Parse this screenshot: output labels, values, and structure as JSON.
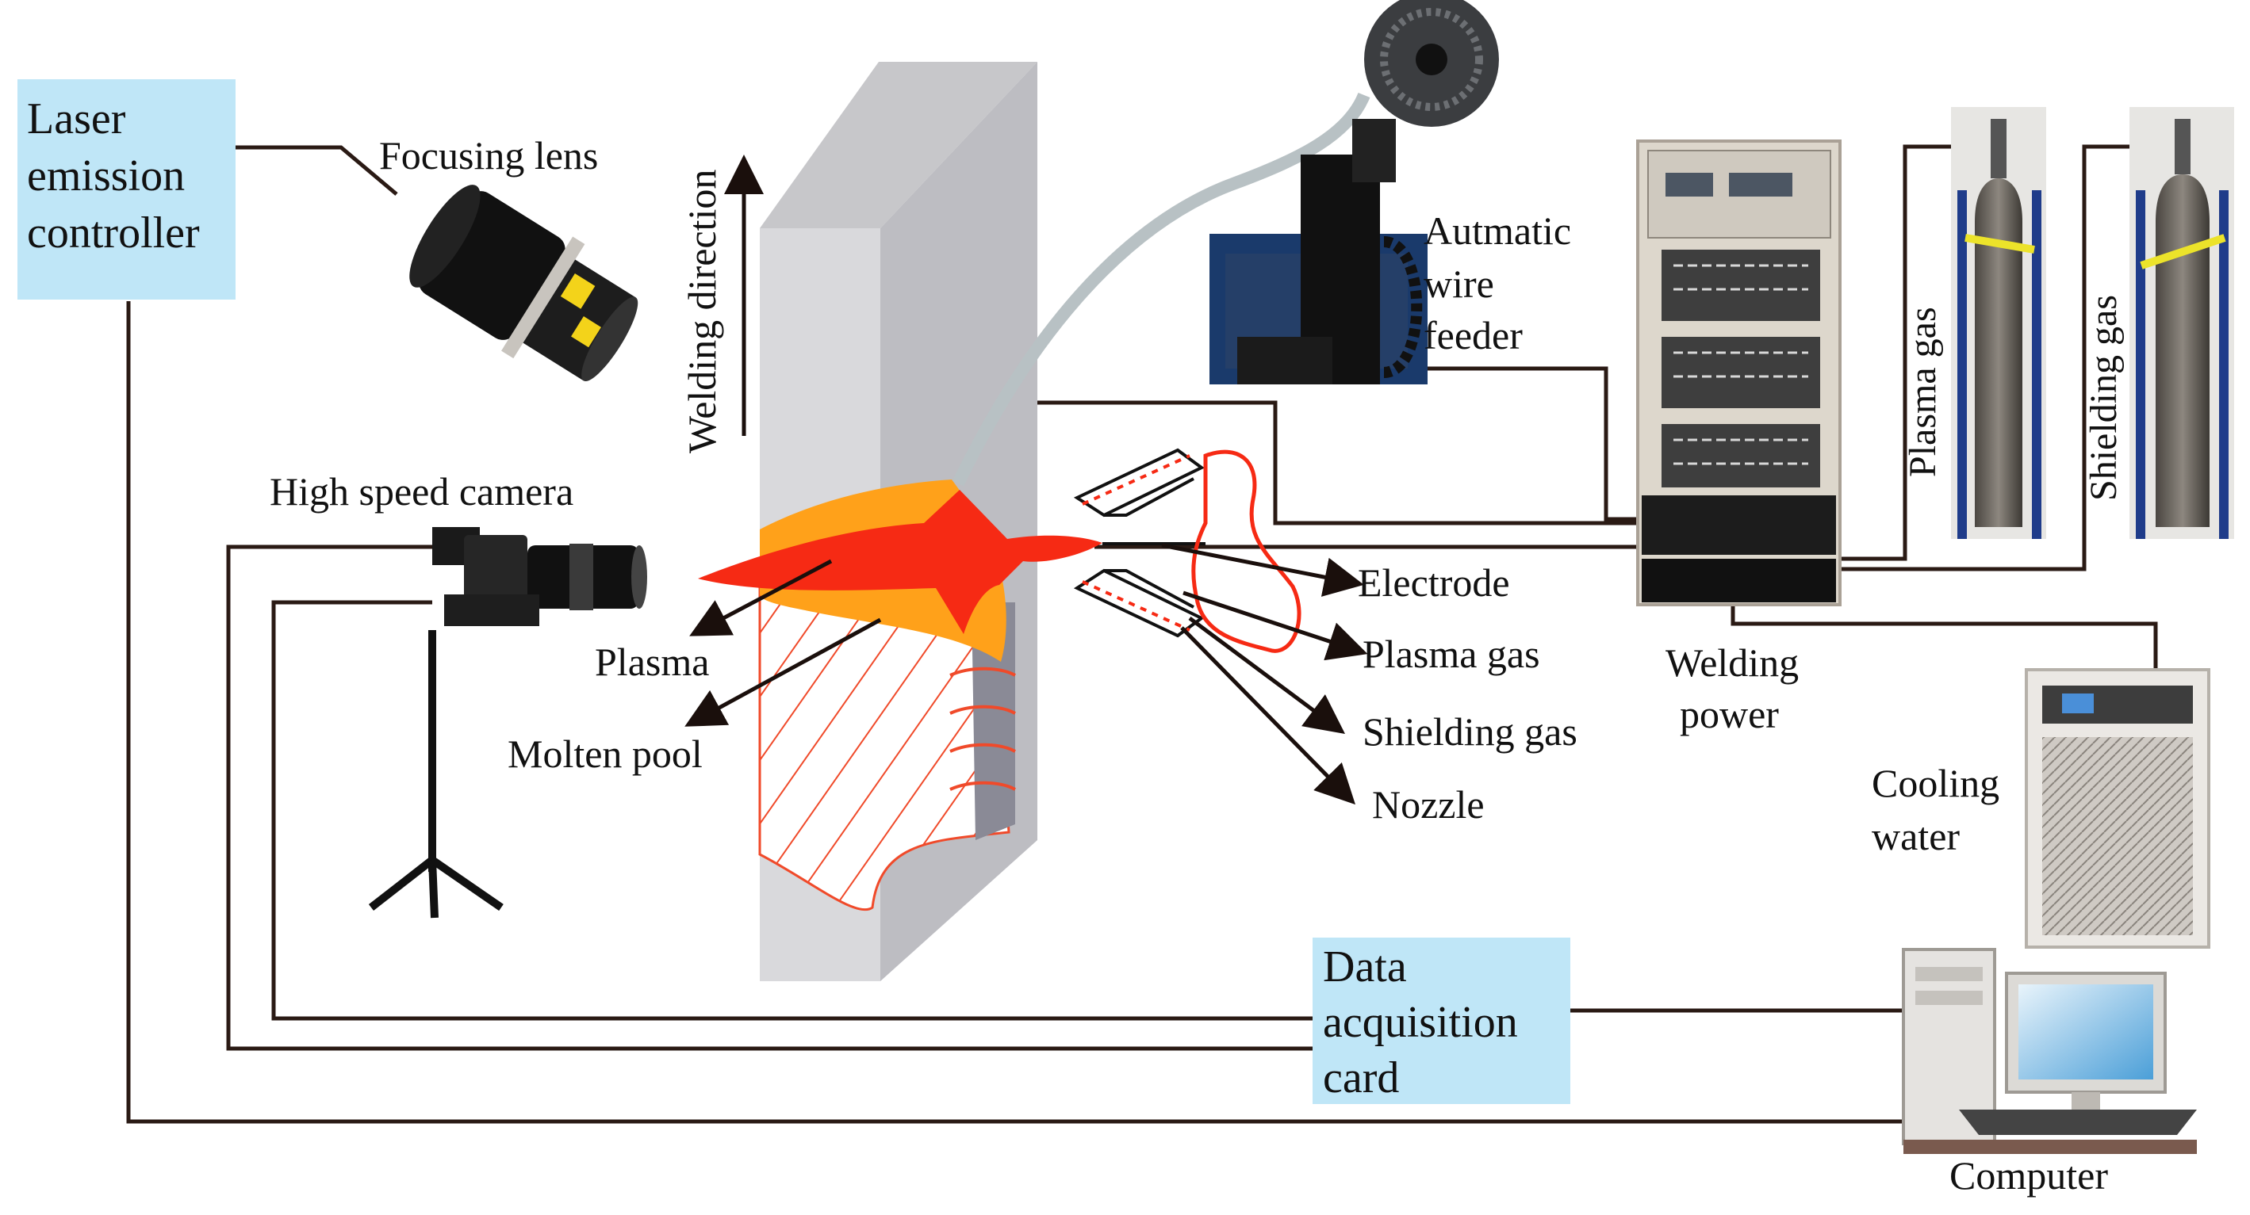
{
  "labels": {
    "laser_controller": [
      "Laser",
      "emission",
      "controller"
    ],
    "focusing_lens": "Focusing lens",
    "high_speed_camera": "High speed camera",
    "welding_direction": "Welding direction",
    "plasma": "Plasma",
    "molten_pool": "Molten pool",
    "wire_feeder": [
      "Autmatic",
      "wire",
      "feeder"
    ],
    "electrode": "Electrode",
    "plasma_gas_nozzle": "Plasma gas",
    "shielding_gas_nozzle": "Shielding gas",
    "nozzle": "Nozzle",
    "welding_power": [
      "Welding",
      "power"
    ],
    "plasma_gas_cylinder": "Plasma gas",
    "shielding_gas_cylinder": "Shielding gas",
    "cooling_water": [
      "Cooling",
      "water"
    ],
    "data_acquisition": [
      "Data",
      "acquisition",
      "card"
    ],
    "computer": "Computer"
  },
  "colors": {
    "label_box": "#bfe6f7",
    "wire": "#2a1a14",
    "flame": "#f62a14",
    "molten_pool": "#ffa11a",
    "workpiece": "#d9d9dc",
    "hatch": "#f04a2a"
  }
}
